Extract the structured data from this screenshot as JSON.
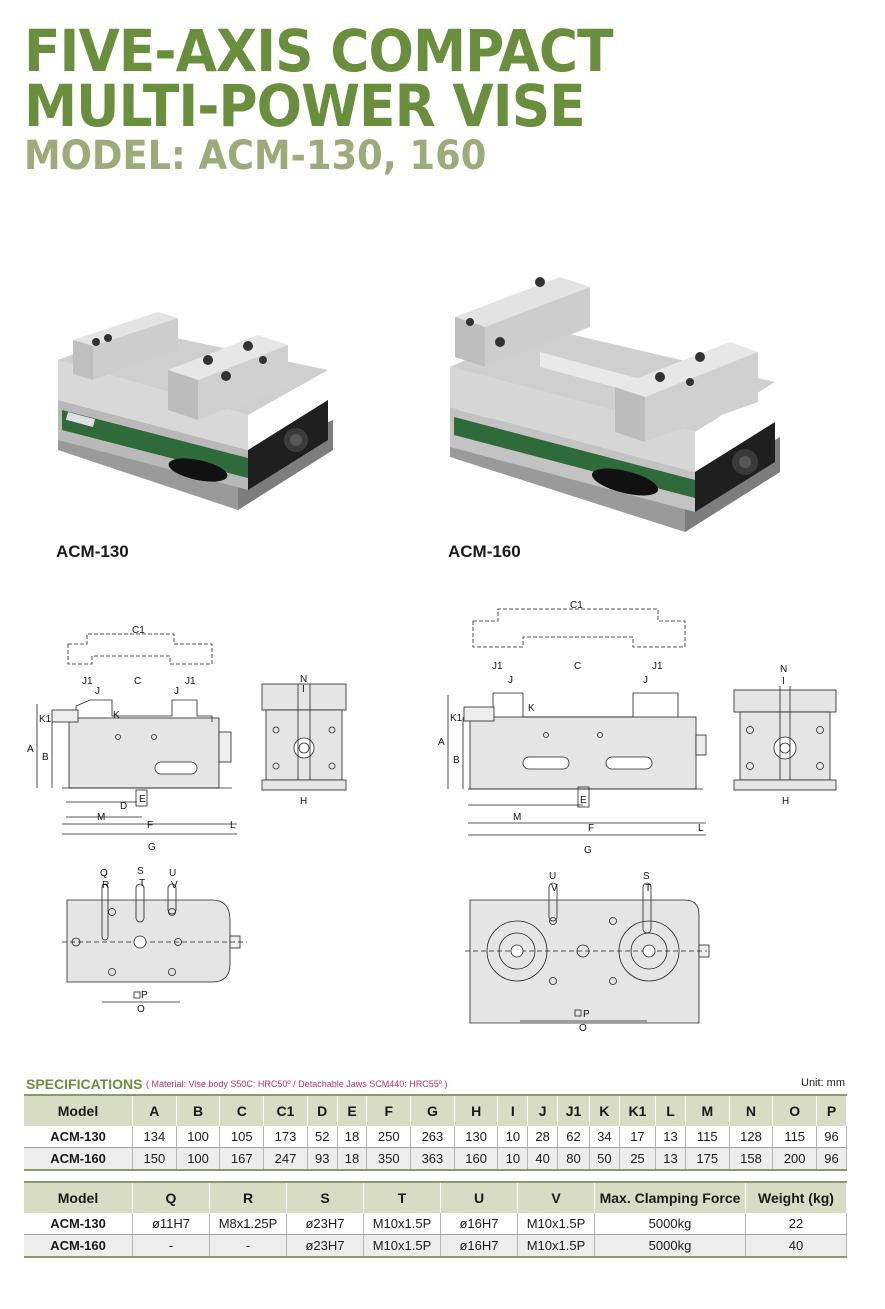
{
  "header": {
    "title_line1": "FIVE-AXIS COMPACT",
    "title_line2": "MULTI-POWER VISE",
    "model_line": "MODEL: ACM-130, 160"
  },
  "products": [
    {
      "caption": "ACM-130"
    },
    {
      "caption": "ACM-160"
    }
  ],
  "drawing_labels": {
    "C1": "C1",
    "J1": "J1",
    "J": "J",
    "C": "C",
    "K": "K",
    "K1": "K1",
    "A": "A",
    "B": "B",
    "D": "D",
    "E": "E",
    "M": "M",
    "F": "F",
    "L": "L",
    "G": "G",
    "N": "N",
    "I": "I",
    "H": "H",
    "Q": "Q",
    "R": "R",
    "S": "S",
    "T": "T",
    "U": "U",
    "V": "V",
    "P": "P",
    "O": "O"
  },
  "specifications": {
    "heading": "SPECIFICATIONS",
    "material_note": "( Material: Vise body S50C: HRC50º / Detachable Jaws SCM440: HRC55º )",
    "unit": "Unit: mm",
    "table1": {
      "headers": [
        "Model",
        "A",
        "B",
        "C",
        "C1",
        "D",
        "E",
        "F",
        "G",
        "H",
        "I",
        "J",
        "J1",
        "K",
        "K1",
        "L",
        "M",
        "N",
        "O",
        "P"
      ],
      "rows": [
        [
          "ACM-130",
          "134",
          "100",
          "105",
          "173",
          "52",
          "18",
          "250",
          "263",
          "130",
          "10",
          "28",
          "62",
          "34",
          "17",
          "13",
          "115",
          "128",
          "115",
          "96"
        ],
        [
          "ACM-160",
          "150",
          "100",
          "167",
          "247",
          "93",
          "18",
          "350",
          "363",
          "160",
          "10",
          "40",
          "80",
          "50",
          "25",
          "13",
          "175",
          "158",
          "200",
          "96"
        ]
      ]
    },
    "table2": {
      "headers": [
        "Model",
        "Q",
        "R",
        "S",
        "T",
        "U",
        "V",
        "Max. Clamping Force",
        "Weight (kg)"
      ],
      "rows": [
        [
          "ACM-130",
          "ø11H7",
          "M8x1.25P",
          "ø23H7",
          "M10x1.5P",
          "ø16H7",
          "M10x1.5P",
          "5000kg",
          "22"
        ],
        [
          "ACM-160",
          "-",
          "-",
          "ø23H7",
          "M10x1.5P",
          "ø16H7",
          "M10x1.5P",
          "5000kg",
          "40"
        ]
      ]
    }
  }
}
